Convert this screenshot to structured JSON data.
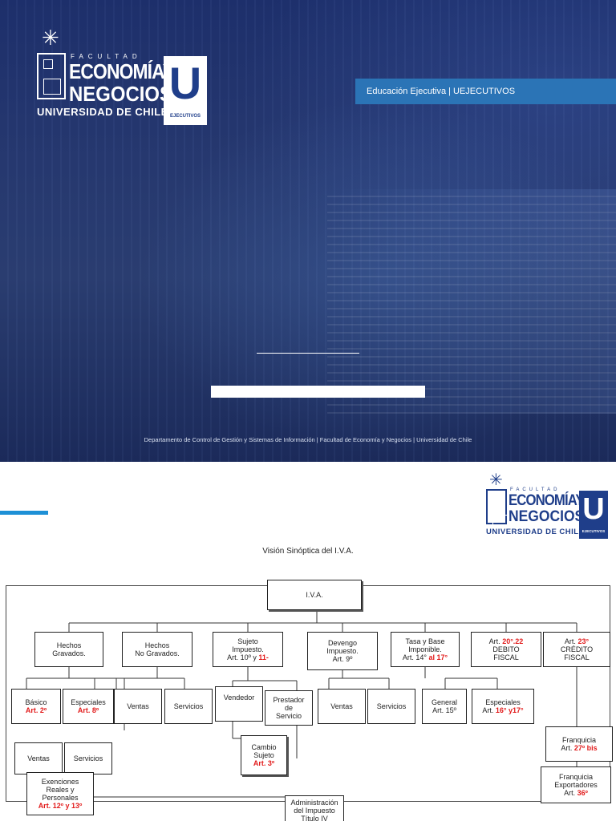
{
  "slide1": {
    "logo": {
      "facultad": "FACULTAD",
      "line1": "ECONOMÍAY",
      "line2": "NEGOCIOS",
      "line3": "UNIVERSIDAD DE CHILE",
      "u_letter": "U",
      "u_sub": "EJECUTIVOS"
    },
    "banner": "Educación Ejecutiva | UEJECUTIVOS",
    "footer": "Departamento de Control de Gestión y Sistemas de Información | Facultad de Economía y Negocios | Universidad de Chile"
  },
  "slide2": {
    "logo": {
      "facultad": "FACULTAD",
      "line1": "ECONOMÍAY",
      "line2": "NEGOCIOS",
      "line3": "UNIVERSIDAD DE CHILE",
      "u_letter": "U",
      "u_sub": "EJECUTIVOS"
    },
    "title": "Visión Sinóptica del I.V.A.",
    "diagram": {
      "iva": "I.V.A.",
      "hechos_gravados": [
        "Hechos",
        "Gravados."
      ],
      "hechos_no_gravados": [
        "Hechos",
        "No Gravados."
      ],
      "sujeto": [
        "Sujeto",
        "Impuesto.",
        "Art. 10º y "
      ],
      "sujeto_red": "11-",
      "devengo": [
        "Devengo",
        "Impuesto.",
        "Art. 9º"
      ],
      "tasa": [
        "Tasa y Base",
        "Imponible.",
        "Art. 14° "
      ],
      "tasa_red": "al 17°",
      "debito_prefix": "Art. ",
      "debito_red": "20°.22",
      "debito": [
        "DEBITO",
        "FISCAL"
      ],
      "credito_prefix": "Art. ",
      "credito_red": "23°",
      "credito": [
        "CRÉDITO",
        "FISCAL"
      ],
      "basico": "Básico",
      "basico_red": "Art. 2º",
      "especiales": "Especiales",
      "especiales_red": "Art. 8º",
      "ventas": "Ventas",
      "servicios": "Servicios",
      "vendedor": "Vendedor",
      "prestador": [
        "Prestador",
        "de",
        "Servicio"
      ],
      "cambio": [
        "Cambio",
        "Sujeto"
      ],
      "cambio_red": "Art. 3º",
      "general": [
        "General",
        "Art. 15º"
      ],
      "especiales2": "Especiales",
      "especiales2_prefix": "Art. ",
      "especiales2_red": "16° y17°",
      "franquicia": "Franquicia",
      "franquicia_prefix": "Art. ",
      "franquicia_red": "27º bis",
      "franquicia_exp": [
        "Franquicia",
        "Exportadores"
      ],
      "franquicia_exp_prefix": "Art. ",
      "franquicia_exp_red": "36º",
      "exenciones": [
        "Exenciones",
        "Reales y",
        "Personales"
      ],
      "exenciones_red": "Art. 12º y 13º",
      "administracion": [
        "Administración",
        "del Impuesto",
        "Título IV"
      ]
    }
  }
}
